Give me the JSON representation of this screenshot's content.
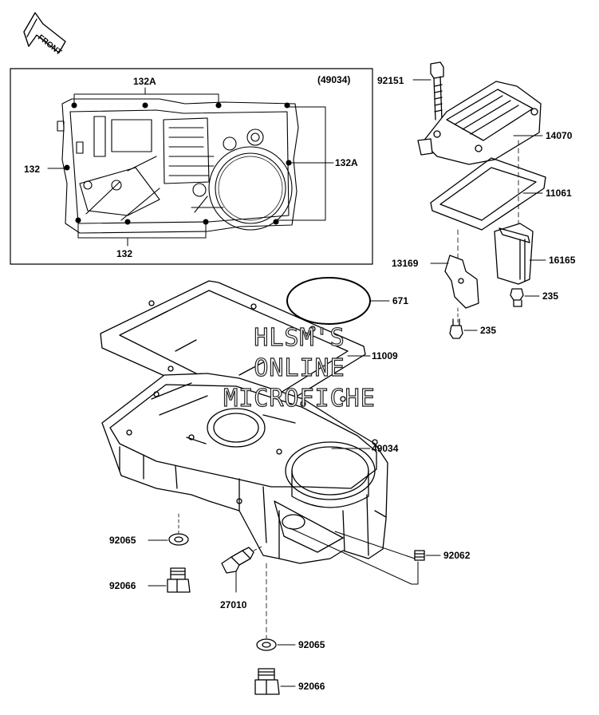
{
  "front_label": "FRONT",
  "watermark": [
    "HLSM'S",
    "ONLINE",
    "MICROFICHE"
  ],
  "inset": {
    "ref": "(49034)",
    "labels": {
      "top": "132A",
      "left": "132",
      "right": "132A",
      "bottom": "132"
    }
  },
  "parts": {
    "p92151": "92151",
    "p14070": "14070",
    "p11061": "11061",
    "p13169": "13169",
    "p16165": "16165",
    "p235a": "235",
    "p235b": "235",
    "p671": "671",
    "p11009": "11009",
    "p49034": "49034",
    "p92065a": "92065",
    "p92066a": "92066",
    "p27010": "27010",
    "p92062": "92062",
    "p92065b": "92065",
    "p92066b": "92066"
  }
}
